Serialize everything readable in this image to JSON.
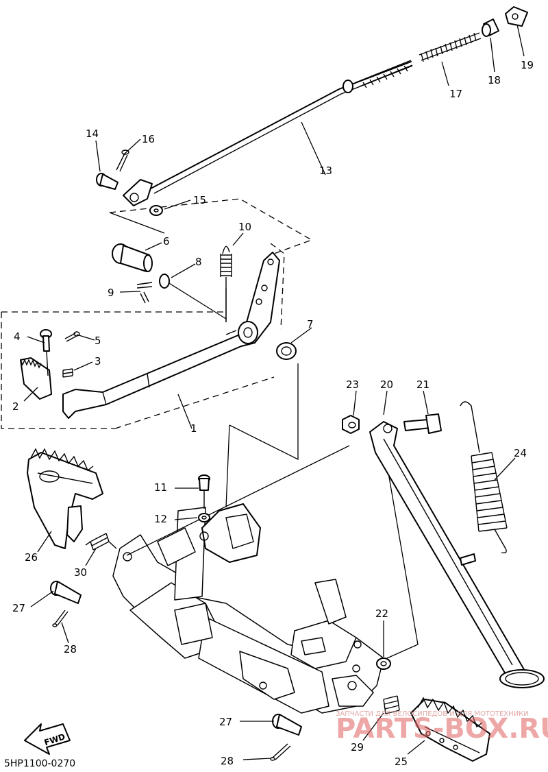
{
  "diagram": {
    "code": "5HP1100-0270",
    "fwd_label": "FWD",
    "callouts": [
      {
        "id": "1",
        "text": "1"
      },
      {
        "id": "2",
        "text": "2"
      },
      {
        "id": "3",
        "text": "3"
      },
      {
        "id": "4",
        "text": "4"
      },
      {
        "id": "5",
        "text": "5"
      },
      {
        "id": "6",
        "text": "6"
      },
      {
        "id": "7",
        "text": "7"
      },
      {
        "id": "8",
        "text": "8"
      },
      {
        "id": "9",
        "text": "9"
      },
      {
        "id": "10",
        "text": "10"
      },
      {
        "id": "11",
        "text": "11"
      },
      {
        "id": "12",
        "text": "12"
      },
      {
        "id": "13",
        "text": "13"
      },
      {
        "id": "14",
        "text": "14"
      },
      {
        "id": "15",
        "text": "15"
      },
      {
        "id": "16",
        "text": "16"
      },
      {
        "id": "17",
        "text": "17"
      },
      {
        "id": "18",
        "text": "18"
      },
      {
        "id": "19",
        "text": "19"
      },
      {
        "id": "20",
        "text": "20"
      },
      {
        "id": "21",
        "text": "21"
      },
      {
        "id": "22",
        "text": "22"
      },
      {
        "id": "23",
        "text": "23"
      },
      {
        "id": "24",
        "text": "24"
      },
      {
        "id": "25",
        "text": "25"
      },
      {
        "id": "26",
        "text": "26"
      },
      {
        "id": "27a",
        "text": "27"
      },
      {
        "id": "27b",
        "text": "27"
      },
      {
        "id": "28a",
        "text": "28"
      },
      {
        "id": "28b",
        "text": "28"
      },
      {
        "id": "29",
        "text": "29"
      },
      {
        "id": "30",
        "text": "30"
      }
    ]
  },
  "watermark": {
    "line1": "ЗАПЧАСТИ ДЛЯ ВЕЛОСИПЕДОВ И ДЛЯ МОТОТЕХНИКИ",
    "line2": "PARTS-BOX.RU"
  }
}
